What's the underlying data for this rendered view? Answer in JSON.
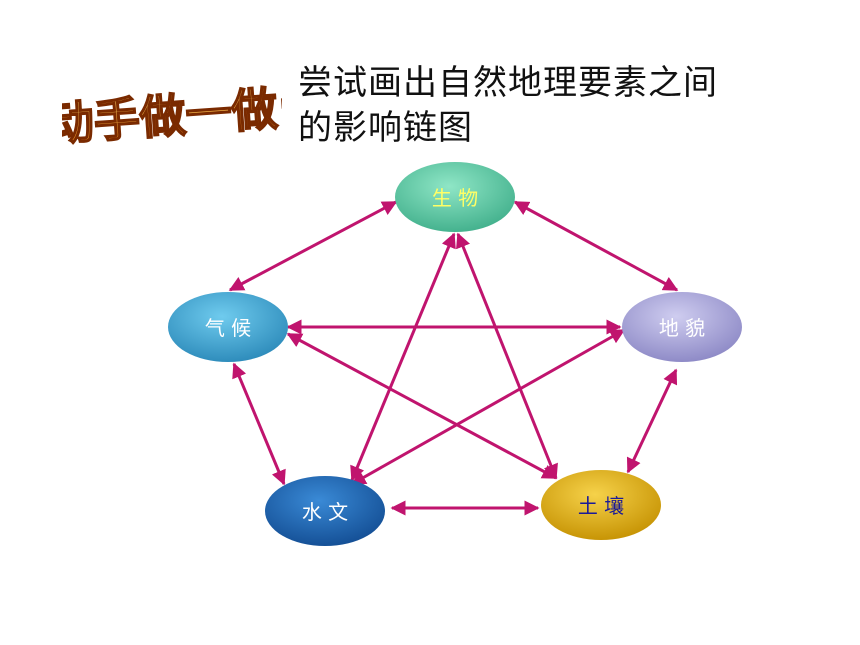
{
  "header": {
    "badge_text": "动手做一做:",
    "instruction_line1": "尝试画出自然地理要素之间",
    "instruction_line2": "的影响链图"
  },
  "nodes": {
    "biology": {
      "label": "生 物",
      "color": "#5ec9a6",
      "text_color": "#ffff66"
    },
    "landform": {
      "label": "地 貌",
      "color": "#a9a6d9",
      "text_color": "#ffffff"
    },
    "climate": {
      "label": "气 候",
      "color": "#3fa9d4",
      "text_color": "#ffffff"
    },
    "hydrology": {
      "label": "水 文",
      "color": "#1f66b8",
      "text_color": "#ffffff"
    },
    "soil": {
      "label": "土 壤",
      "color": "#e0b000",
      "text_color": "#1a1a99"
    }
  },
  "colors": {
    "arrow": "#c0146e",
    "badge_fill": "#e89a1a",
    "badge_outline": "#7a2a00"
  }
}
